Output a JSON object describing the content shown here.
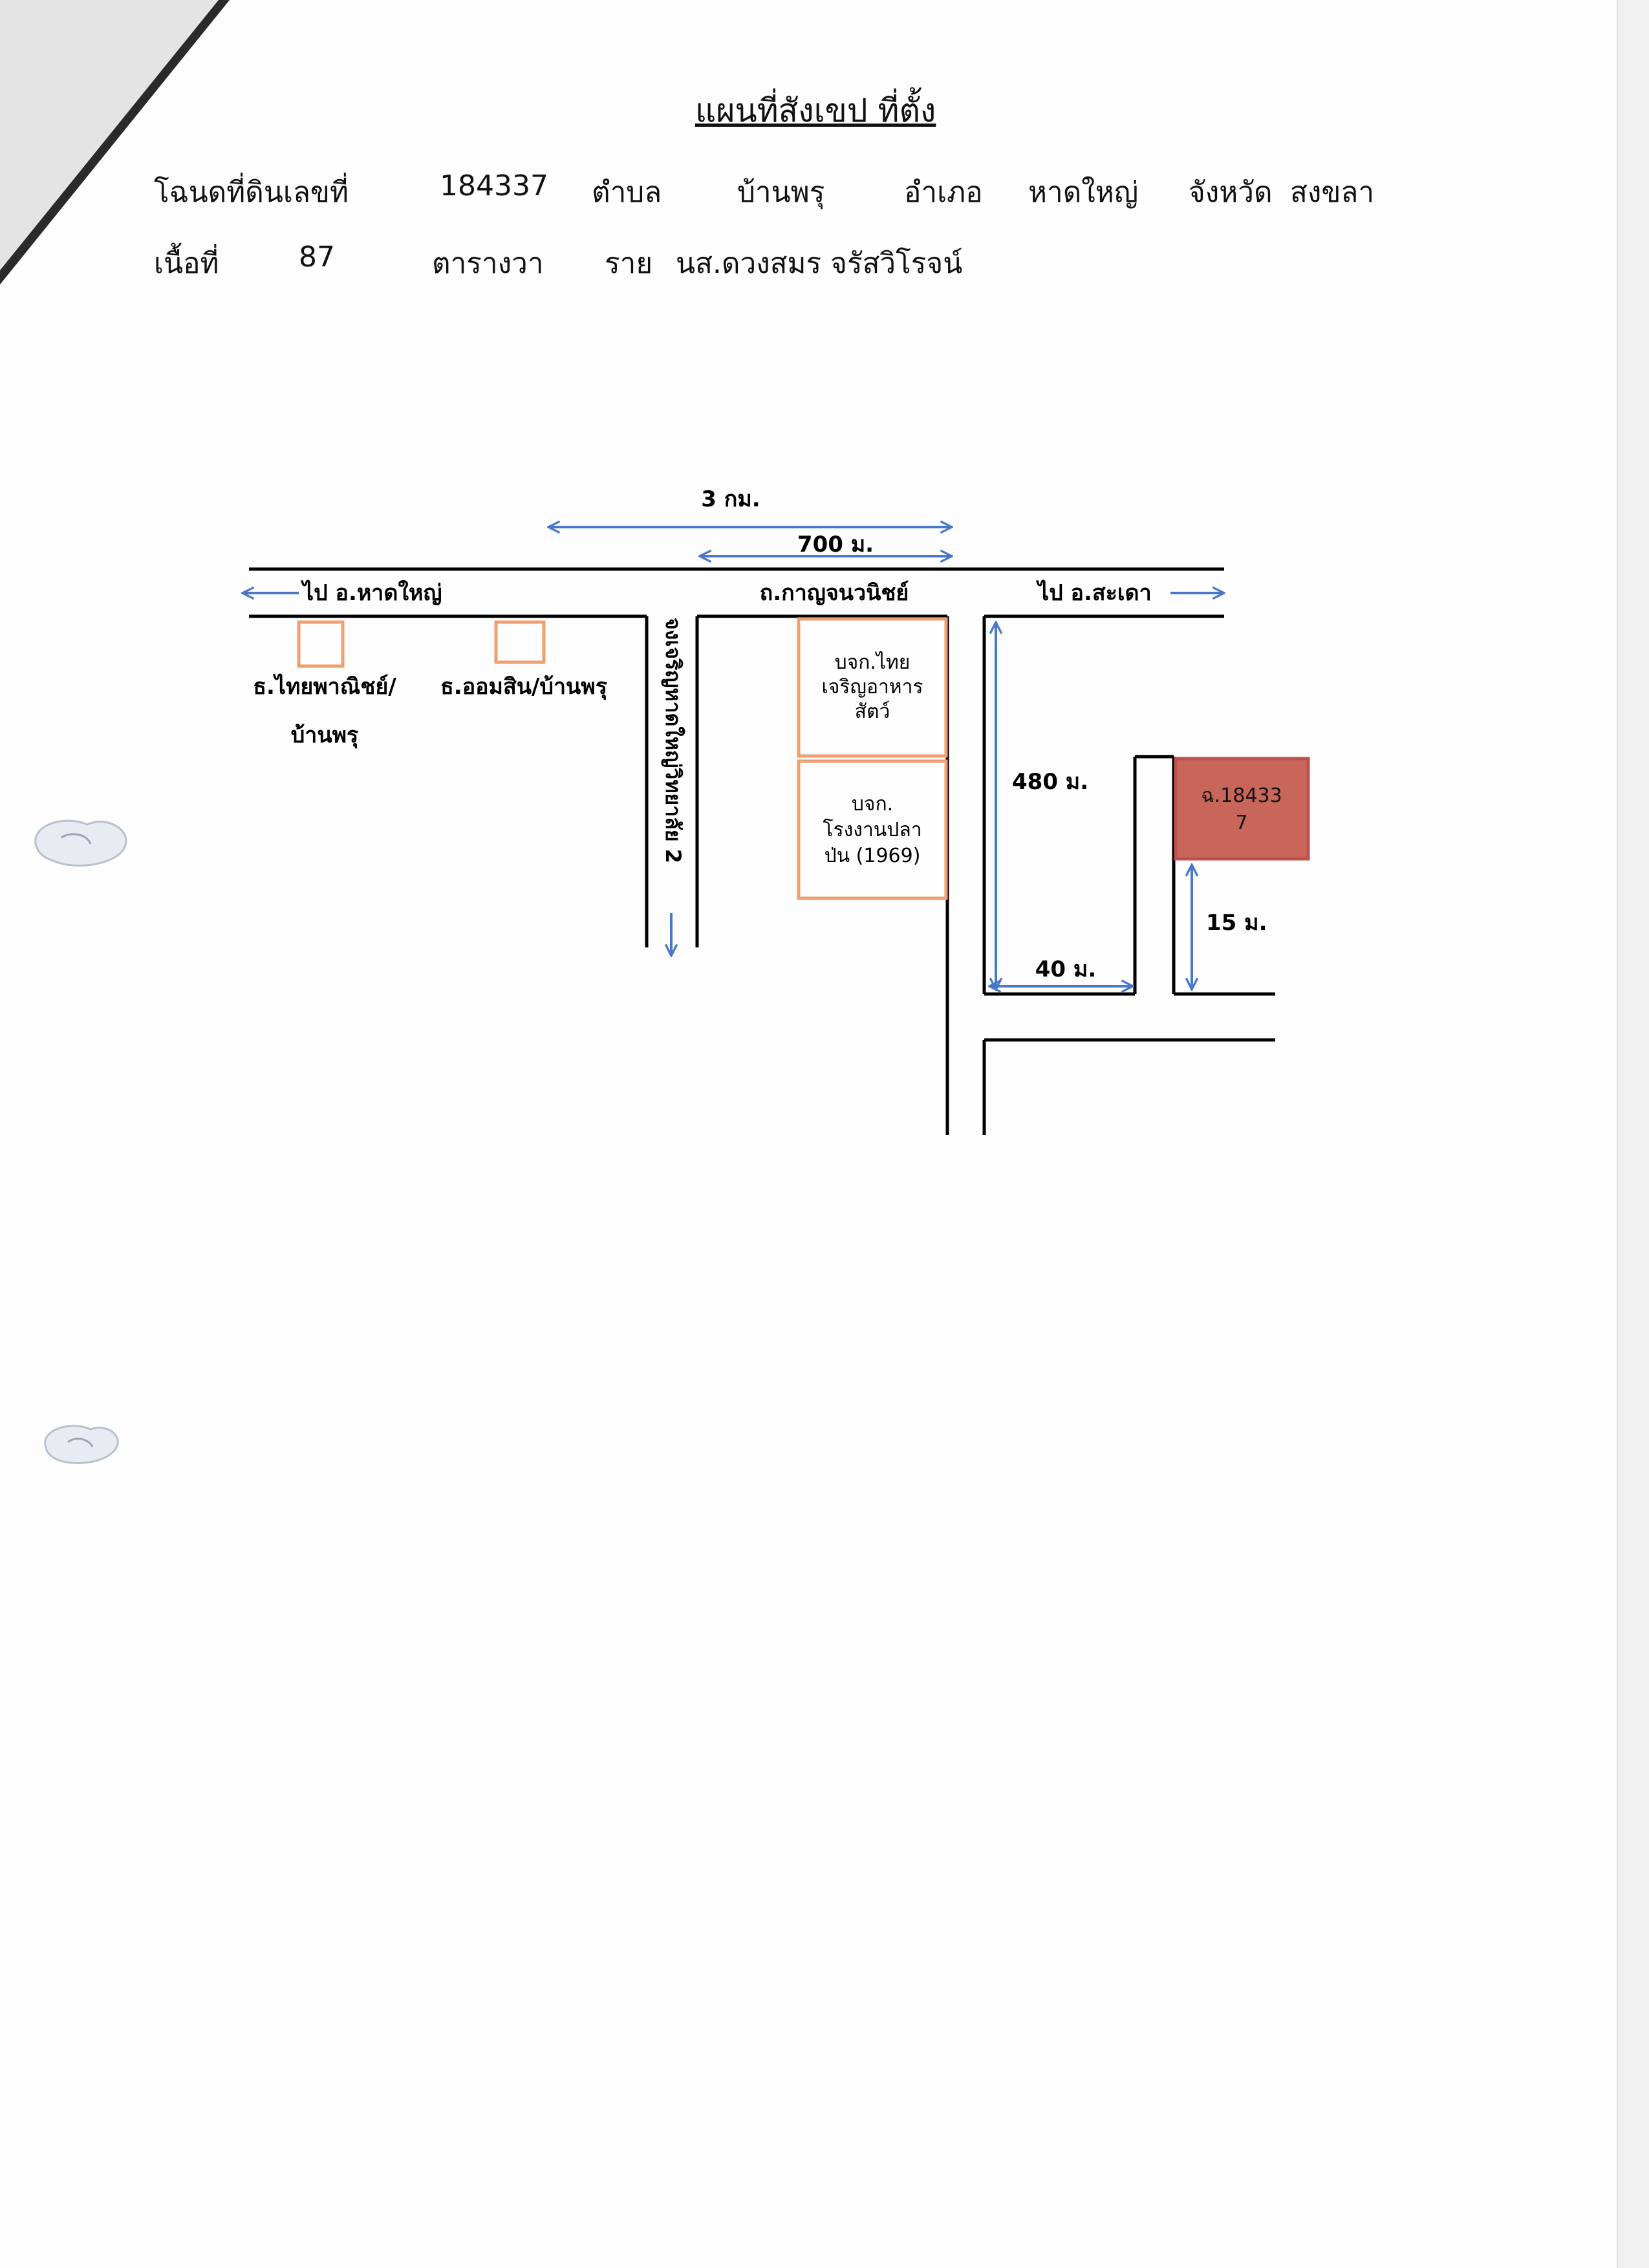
{
  "header": {
    "title": "แผนที่สังเขป ที่ตั้ง",
    "deed_label": "โฉนดที่ดินเลขที่",
    "deed_number": "184337",
    "subdistrict_label": "ตำบล",
    "subdistrict": "บ้านพรุ",
    "district_label": "อำเภอ",
    "district": "หาดใหญ่",
    "province_label": "จังหวัด",
    "province": "สงขลา",
    "area_label": "เนื้อที่",
    "area_value": "87",
    "area_unit": "ตารางวา",
    "owner_label": "ราย",
    "owner": "นส.ดวงสมร จรัสวิโรจน์"
  },
  "map": {
    "dist_3km": "3 กม.",
    "dist_700m": "700 ม.",
    "to_hatyai": "ไป อ.หาดใหญ่",
    "main_road": "ถ.กาญจนวนิชย์",
    "to_sadao": "ไป อ.สะเดา",
    "bank_thai_line1": "ธ.ไทยพาณิชย์/",
    "bank_thai_line2": "บ้านพรุ",
    "bank_gsb": "ธ.ออมสิน/บ้านพรุ",
    "school_road": "จงเจริญหาดใหญ่วิทยาลัย 2",
    "company1_line1": "บจก.ไทย",
    "company1_line2": "เจริญอาหาร",
    "company1_line3": "สัตว์",
    "company2_line1": "บจก.",
    "company2_line2": "โรงงานปลา",
    "company2_line3": "ป่น (1969)",
    "dist_480m": "480 ม.",
    "dist_40m": "40 ม.",
    "dist_15m": "15 ม.",
    "plot_line1": "ฉ.18433",
    "plot_line2": "7"
  },
  "colors": {
    "arrow_blue": "#4a78c8",
    "box_orange": "#f0a070",
    "plot_fill": "#c8665a",
    "plot_border": "#c0504d",
    "road_black": "#000000"
  }
}
